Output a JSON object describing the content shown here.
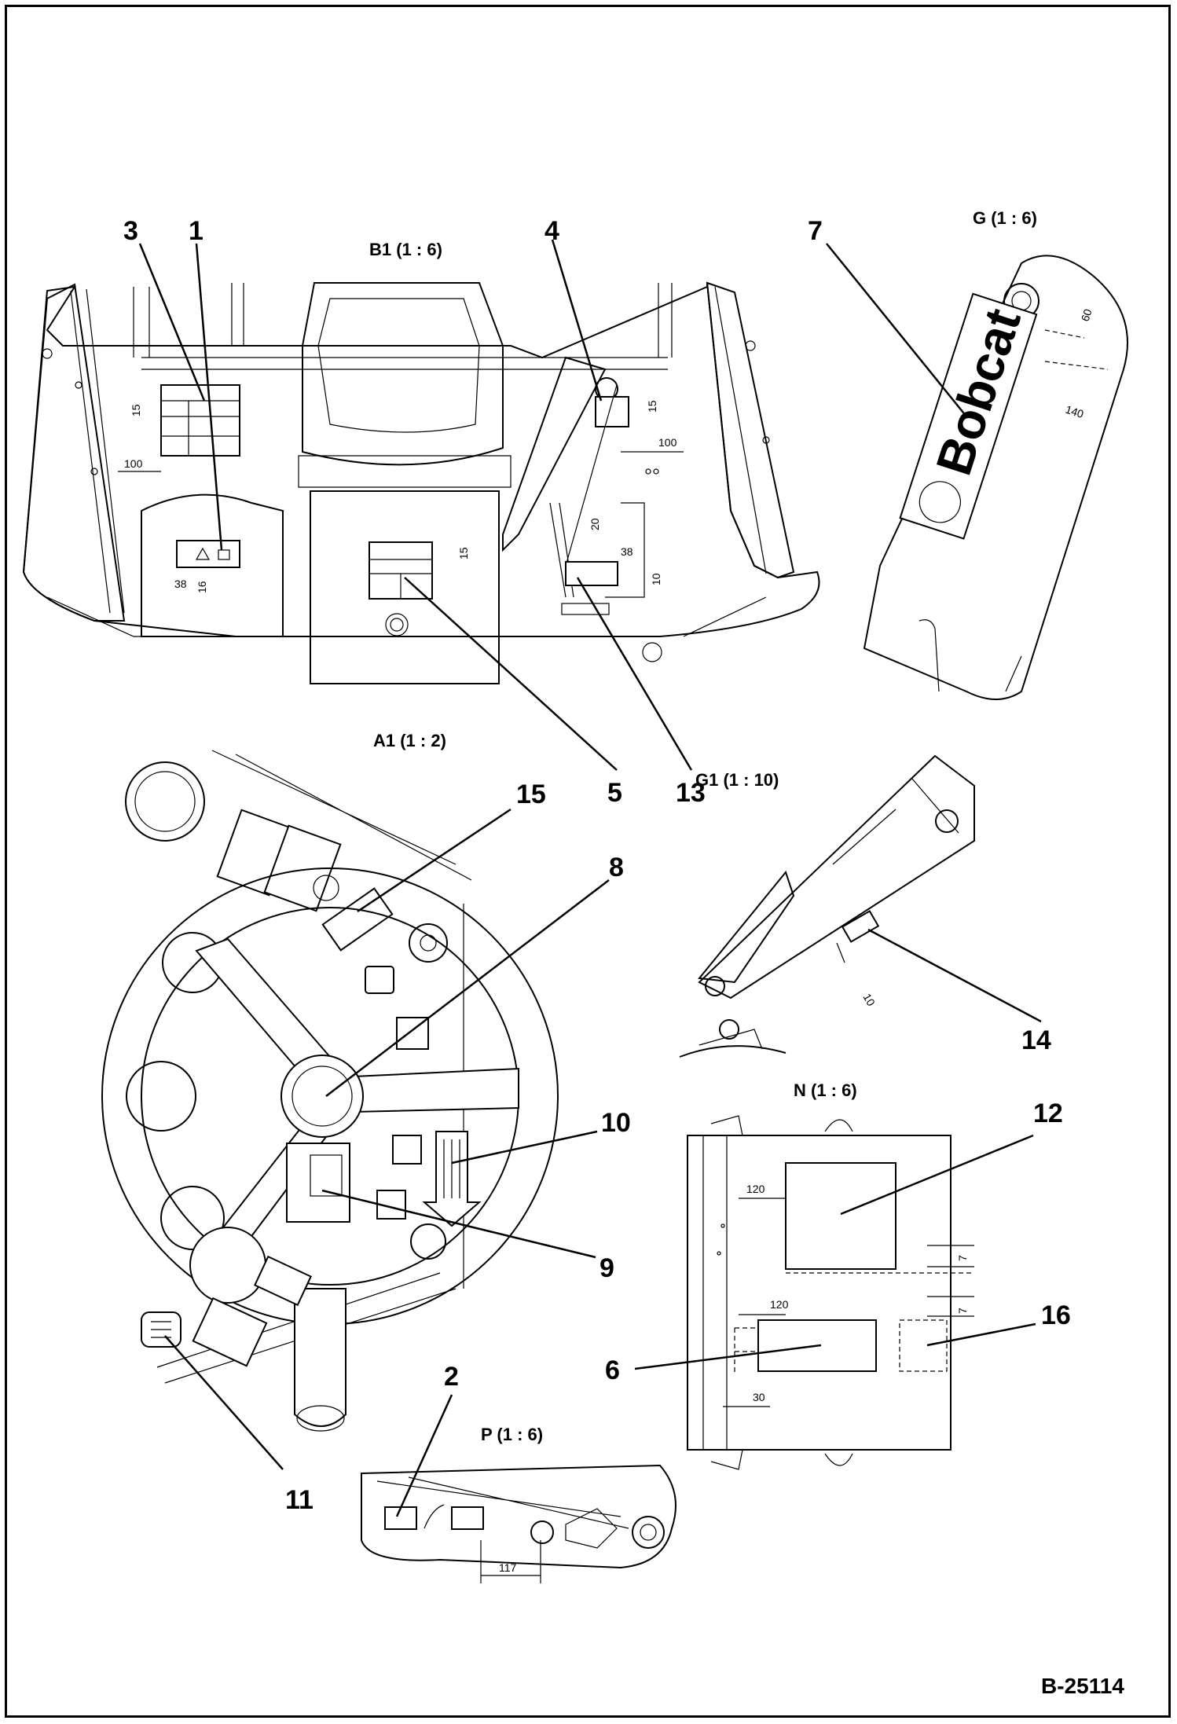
{
  "views": {
    "b1": "B1 (1 : 6)",
    "g": "G (1 : 6)",
    "a1": "A1 (1 : 2)",
    "g1": "G1 (1 : 10)",
    "n": "N (1 : 6)",
    "p": "P (1 : 6)"
  },
  "callouts": [
    "1",
    "2",
    "3",
    "4",
    "5",
    "6",
    "7",
    "8",
    "9",
    "10",
    "11",
    "12",
    "13",
    "14",
    "15",
    "16"
  ],
  "dimensions": {
    "b1_left_15": "15",
    "b1_left_100": "100",
    "b1_left_38": "38",
    "b1_left_16": "16",
    "b1_center_15": "15",
    "b1_right_15": "15",
    "b1_right_100": "100",
    "b1_right_20": "20",
    "b1_right_38": "38",
    "b1_right_10": "10",
    "g_60": "60",
    "g_140": "140",
    "g1_10": "10",
    "n_120_top": "120",
    "n_7_top": "7",
    "n_120_mid": "120",
    "n_7_mid": "7",
    "n_30": "30",
    "p_117": "117"
  },
  "brand": "Bobcat",
  "document_id": "B-25114"
}
